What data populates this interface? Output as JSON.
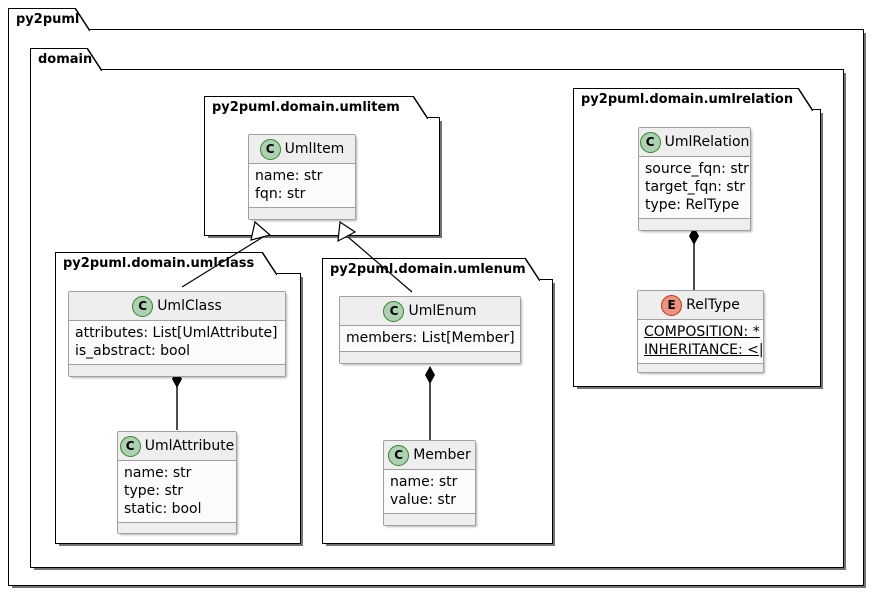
{
  "diagram": {
    "type": "uml-class-diagram",
    "colors": {
      "class_icon_fill": "#ADD1B2",
      "class_icon_border": "#38812A",
      "enum_icon_fill": "#EB937F",
      "enum_icon_border": "#B8361E",
      "node_header_bg": "#EEEEEE",
      "node_body_bg": "#FBFBFB",
      "node_border": "#A0A0A0",
      "package_border": "#000000",
      "background": "#FFFFFF"
    }
  },
  "packages": {
    "root": {
      "label": "py2puml"
    },
    "domain": {
      "label": "domain"
    },
    "umlitem": {
      "label": "py2puml.domain.umlitem"
    },
    "umlclass": {
      "label": "py2puml.domain.umlclass"
    },
    "umlenum": {
      "label": "py2puml.domain.umlenum"
    },
    "umlrelation": {
      "label": "py2puml.domain.umlrelation"
    }
  },
  "nodes": {
    "umlitem": {
      "name": "UmlItem",
      "stereotype": "C",
      "kind": "class",
      "attributes": [
        {
          "text": "name: str",
          "static": false
        },
        {
          "text": "fqn: str",
          "static": false
        }
      ]
    },
    "umlclass": {
      "name": "UmlClass",
      "stereotype": "C",
      "kind": "class",
      "attributes": [
        {
          "text": "attributes: List[UmlAttribute]",
          "static": false
        },
        {
          "text": "is_abstract: bool",
          "static": false
        }
      ]
    },
    "umlattribute": {
      "name": "UmlAttribute",
      "stereotype": "C",
      "kind": "class",
      "attributes": [
        {
          "text": "name: str",
          "static": false
        },
        {
          "text": "type: str",
          "static": false
        },
        {
          "text": "static: bool",
          "static": false
        }
      ]
    },
    "umlenum": {
      "name": "UmlEnum",
      "stereotype": "C",
      "kind": "class",
      "attributes": [
        {
          "text": "members: List[Member]",
          "static": false
        }
      ]
    },
    "member": {
      "name": "Member",
      "stereotype": "C",
      "kind": "class",
      "attributes": [
        {
          "text": "name: str",
          "static": false
        },
        {
          "text": "value: str",
          "static": false
        }
      ]
    },
    "umlrelation": {
      "name": "UmlRelation",
      "stereotype": "C",
      "kind": "class",
      "attributes": [
        {
          "text": "source_fqn: str",
          "static": false
        },
        {
          "text": "target_fqn: str",
          "static": false
        },
        {
          "text": "type: RelType",
          "static": false
        }
      ]
    },
    "reltype": {
      "name": "RelType",
      "stereotype": "E",
      "kind": "enum",
      "attributes": [
        {
          "text": "COMPOSITION: *",
          "static": true
        },
        {
          "text": "INHERITANCE: <|",
          "static": true
        }
      ]
    }
  },
  "relations": [
    {
      "from": "UmlClass",
      "to": "UmlItem",
      "type": "inheritance"
    },
    {
      "from": "UmlEnum",
      "to": "UmlItem",
      "type": "inheritance"
    },
    {
      "from": "UmlClass",
      "to": "UmlAttribute",
      "type": "composition"
    },
    {
      "from": "UmlEnum",
      "to": "Member",
      "type": "composition"
    },
    {
      "from": "UmlRelation",
      "to": "RelType",
      "type": "composition"
    }
  ]
}
